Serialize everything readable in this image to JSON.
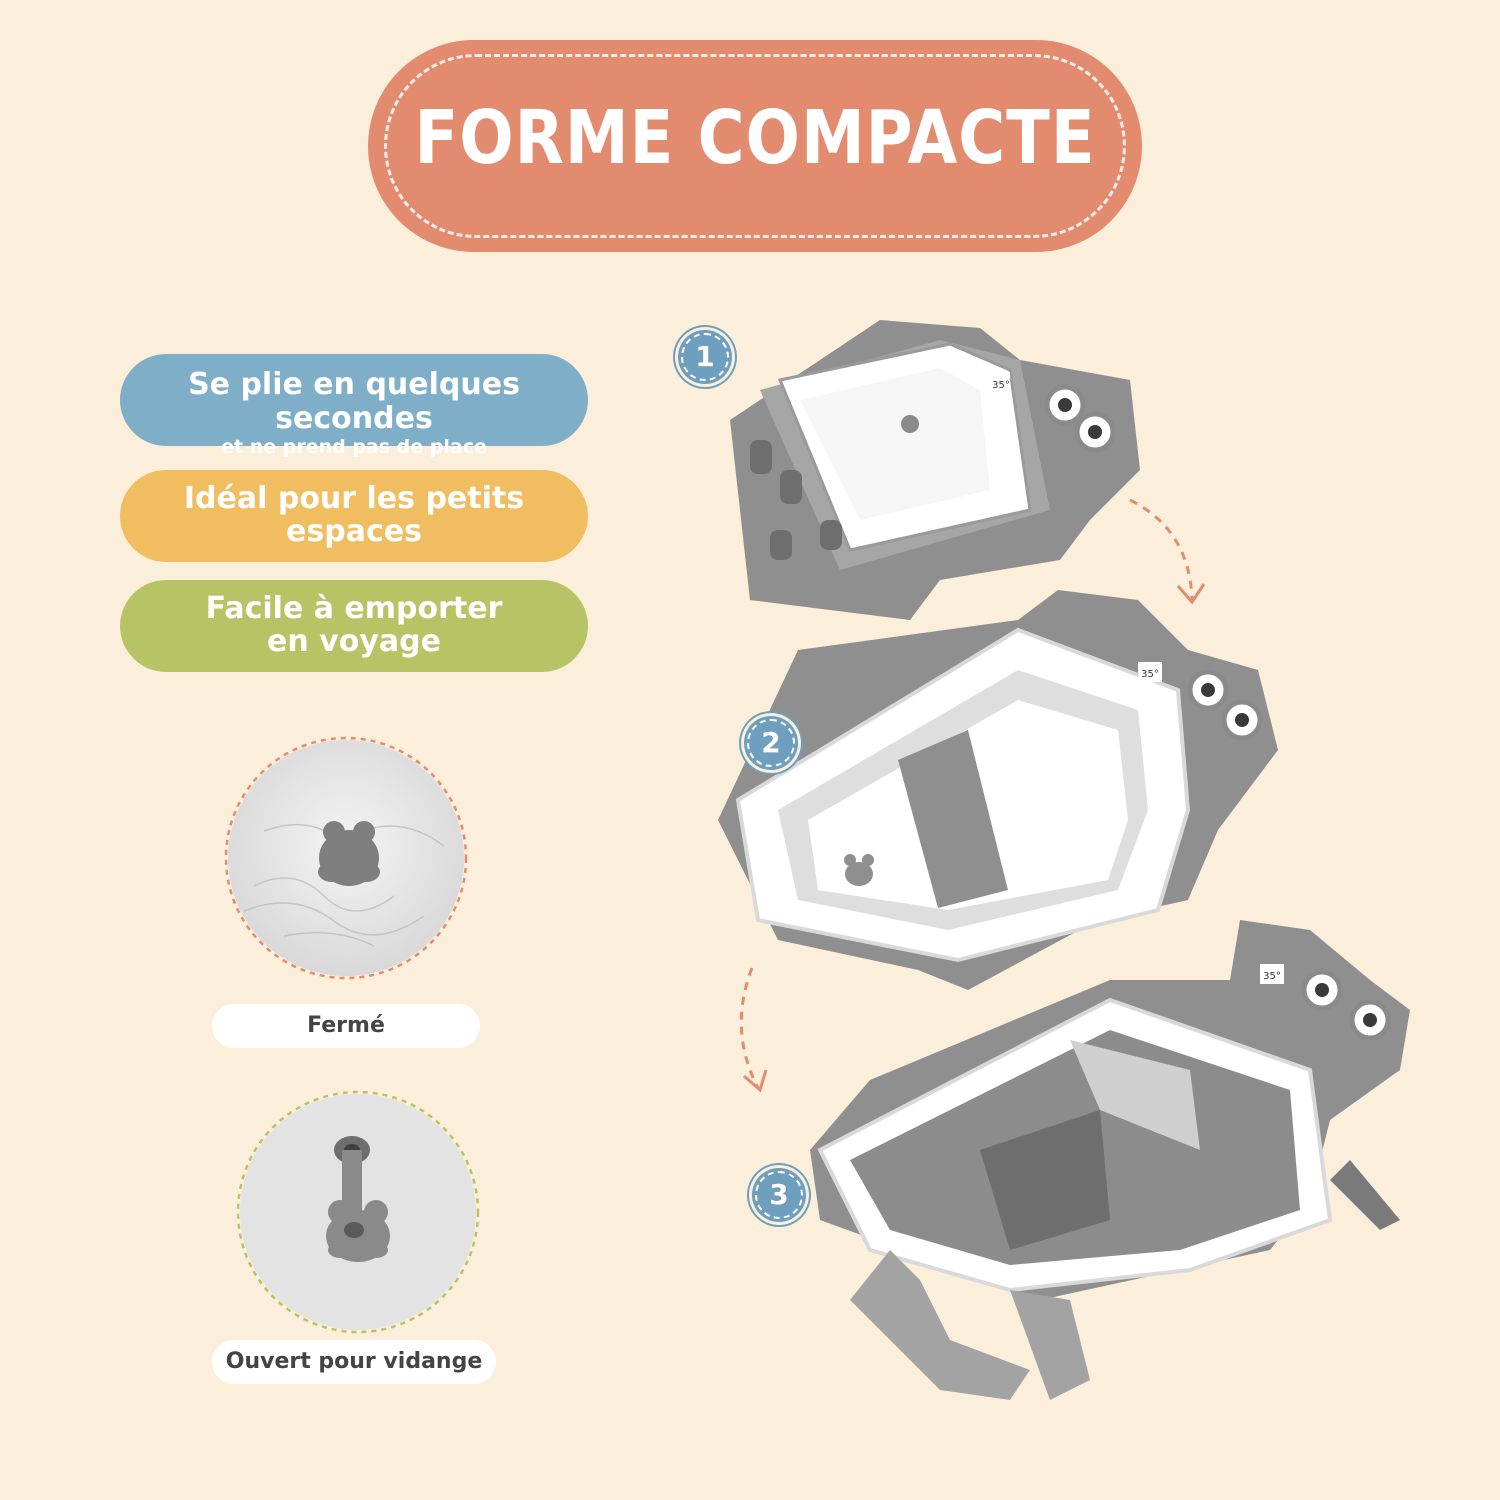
{
  "title": "FORME COMPACTE",
  "features": [
    {
      "line1": "Se plie en quelques secondes",
      "line2": "et ne prend pas de place"
    },
    {
      "line1": "Idéal pour les petits",
      "line2": "espaces"
    },
    {
      "line1": "Facile à emporter",
      "line2": "en voyage"
    }
  ],
  "details": [
    {
      "label": "Fermé"
    },
    {
      "label": "Ouvert pour vidange"
    }
  ],
  "steps": [
    "1",
    "2",
    "3"
  ],
  "thermometer_text": "35°",
  "colors": {
    "background": "#fbefdb",
    "title_badge": "#e38b6e",
    "feature_blue": "#7eaec8",
    "feature_orange": "#f0bd61",
    "feature_green": "#b7c465",
    "step_badge": "#6f9fbe",
    "tub_gray": "#8f8f8f",
    "arrow": "#e38b6e"
  }
}
